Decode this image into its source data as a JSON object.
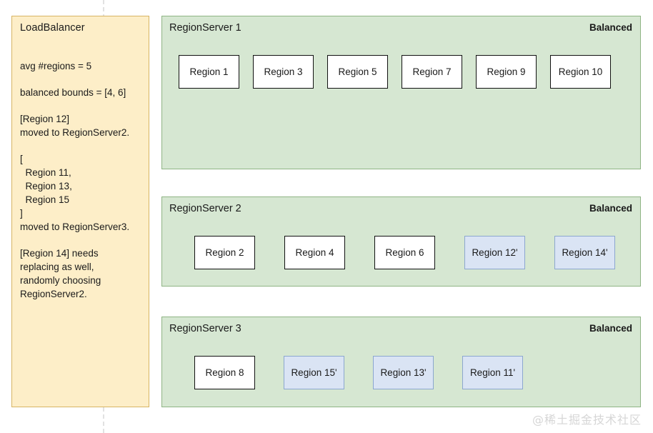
{
  "watermark": "@稀土掘金技术社区",
  "colors": {
    "loadbalancer_fill": "#fdeec8",
    "loadbalancer_border": "#d7b464",
    "regionserver_fill": "#d6e7d2",
    "regionserver_border": "#8fb484",
    "region_fill": "#ffffff",
    "region_border": "#111111",
    "moved_region_fill": "#dae4f4",
    "moved_region_border": "#8ca7cf"
  },
  "loadbalancer": {
    "title": "LoadBalancer",
    "lines": [
      "avg #regions = 5",
      "balanced bounds = [4, 6]",
      "[Region 12]\nmoved to RegionServer2.",
      "[\n  Region 11,\n  Region 13,\n  Region 15\n]\nmoved to RegionServer3.",
      "[Region 14] needs\nreplacing as well,\nrandomly choosing\nRegionServer2."
    ]
  },
  "regionservers": [
    {
      "name": "RegionServer 1",
      "status": "Balanced",
      "regions": [
        {
          "label": "Region 1",
          "moved": false
        },
        {
          "label": "Region 3",
          "moved": false
        },
        {
          "label": "Region 5",
          "moved": false
        },
        {
          "label": "Region 7",
          "moved": false
        },
        {
          "label": "Region 9",
          "moved": false
        },
        {
          "label": "Region 10",
          "moved": false
        }
      ]
    },
    {
      "name": "RegionServer 2",
      "status": "Balanced",
      "regions": [
        {
          "label": "Region 2",
          "moved": false
        },
        {
          "label": "Region 4",
          "moved": false
        },
        {
          "label": "Region 6",
          "moved": false
        },
        {
          "label": "Region 12'",
          "moved": true
        },
        {
          "label": "Region 14'",
          "moved": true
        }
      ]
    },
    {
      "name": "RegionServer 3",
      "status": "Balanced",
      "regions": [
        {
          "label": "Region 8",
          "moved": false
        },
        {
          "label": "Region 15'",
          "moved": true
        },
        {
          "label": "Region 13'",
          "moved": true
        },
        {
          "label": "Region 11'",
          "moved": true
        }
      ]
    }
  ]
}
